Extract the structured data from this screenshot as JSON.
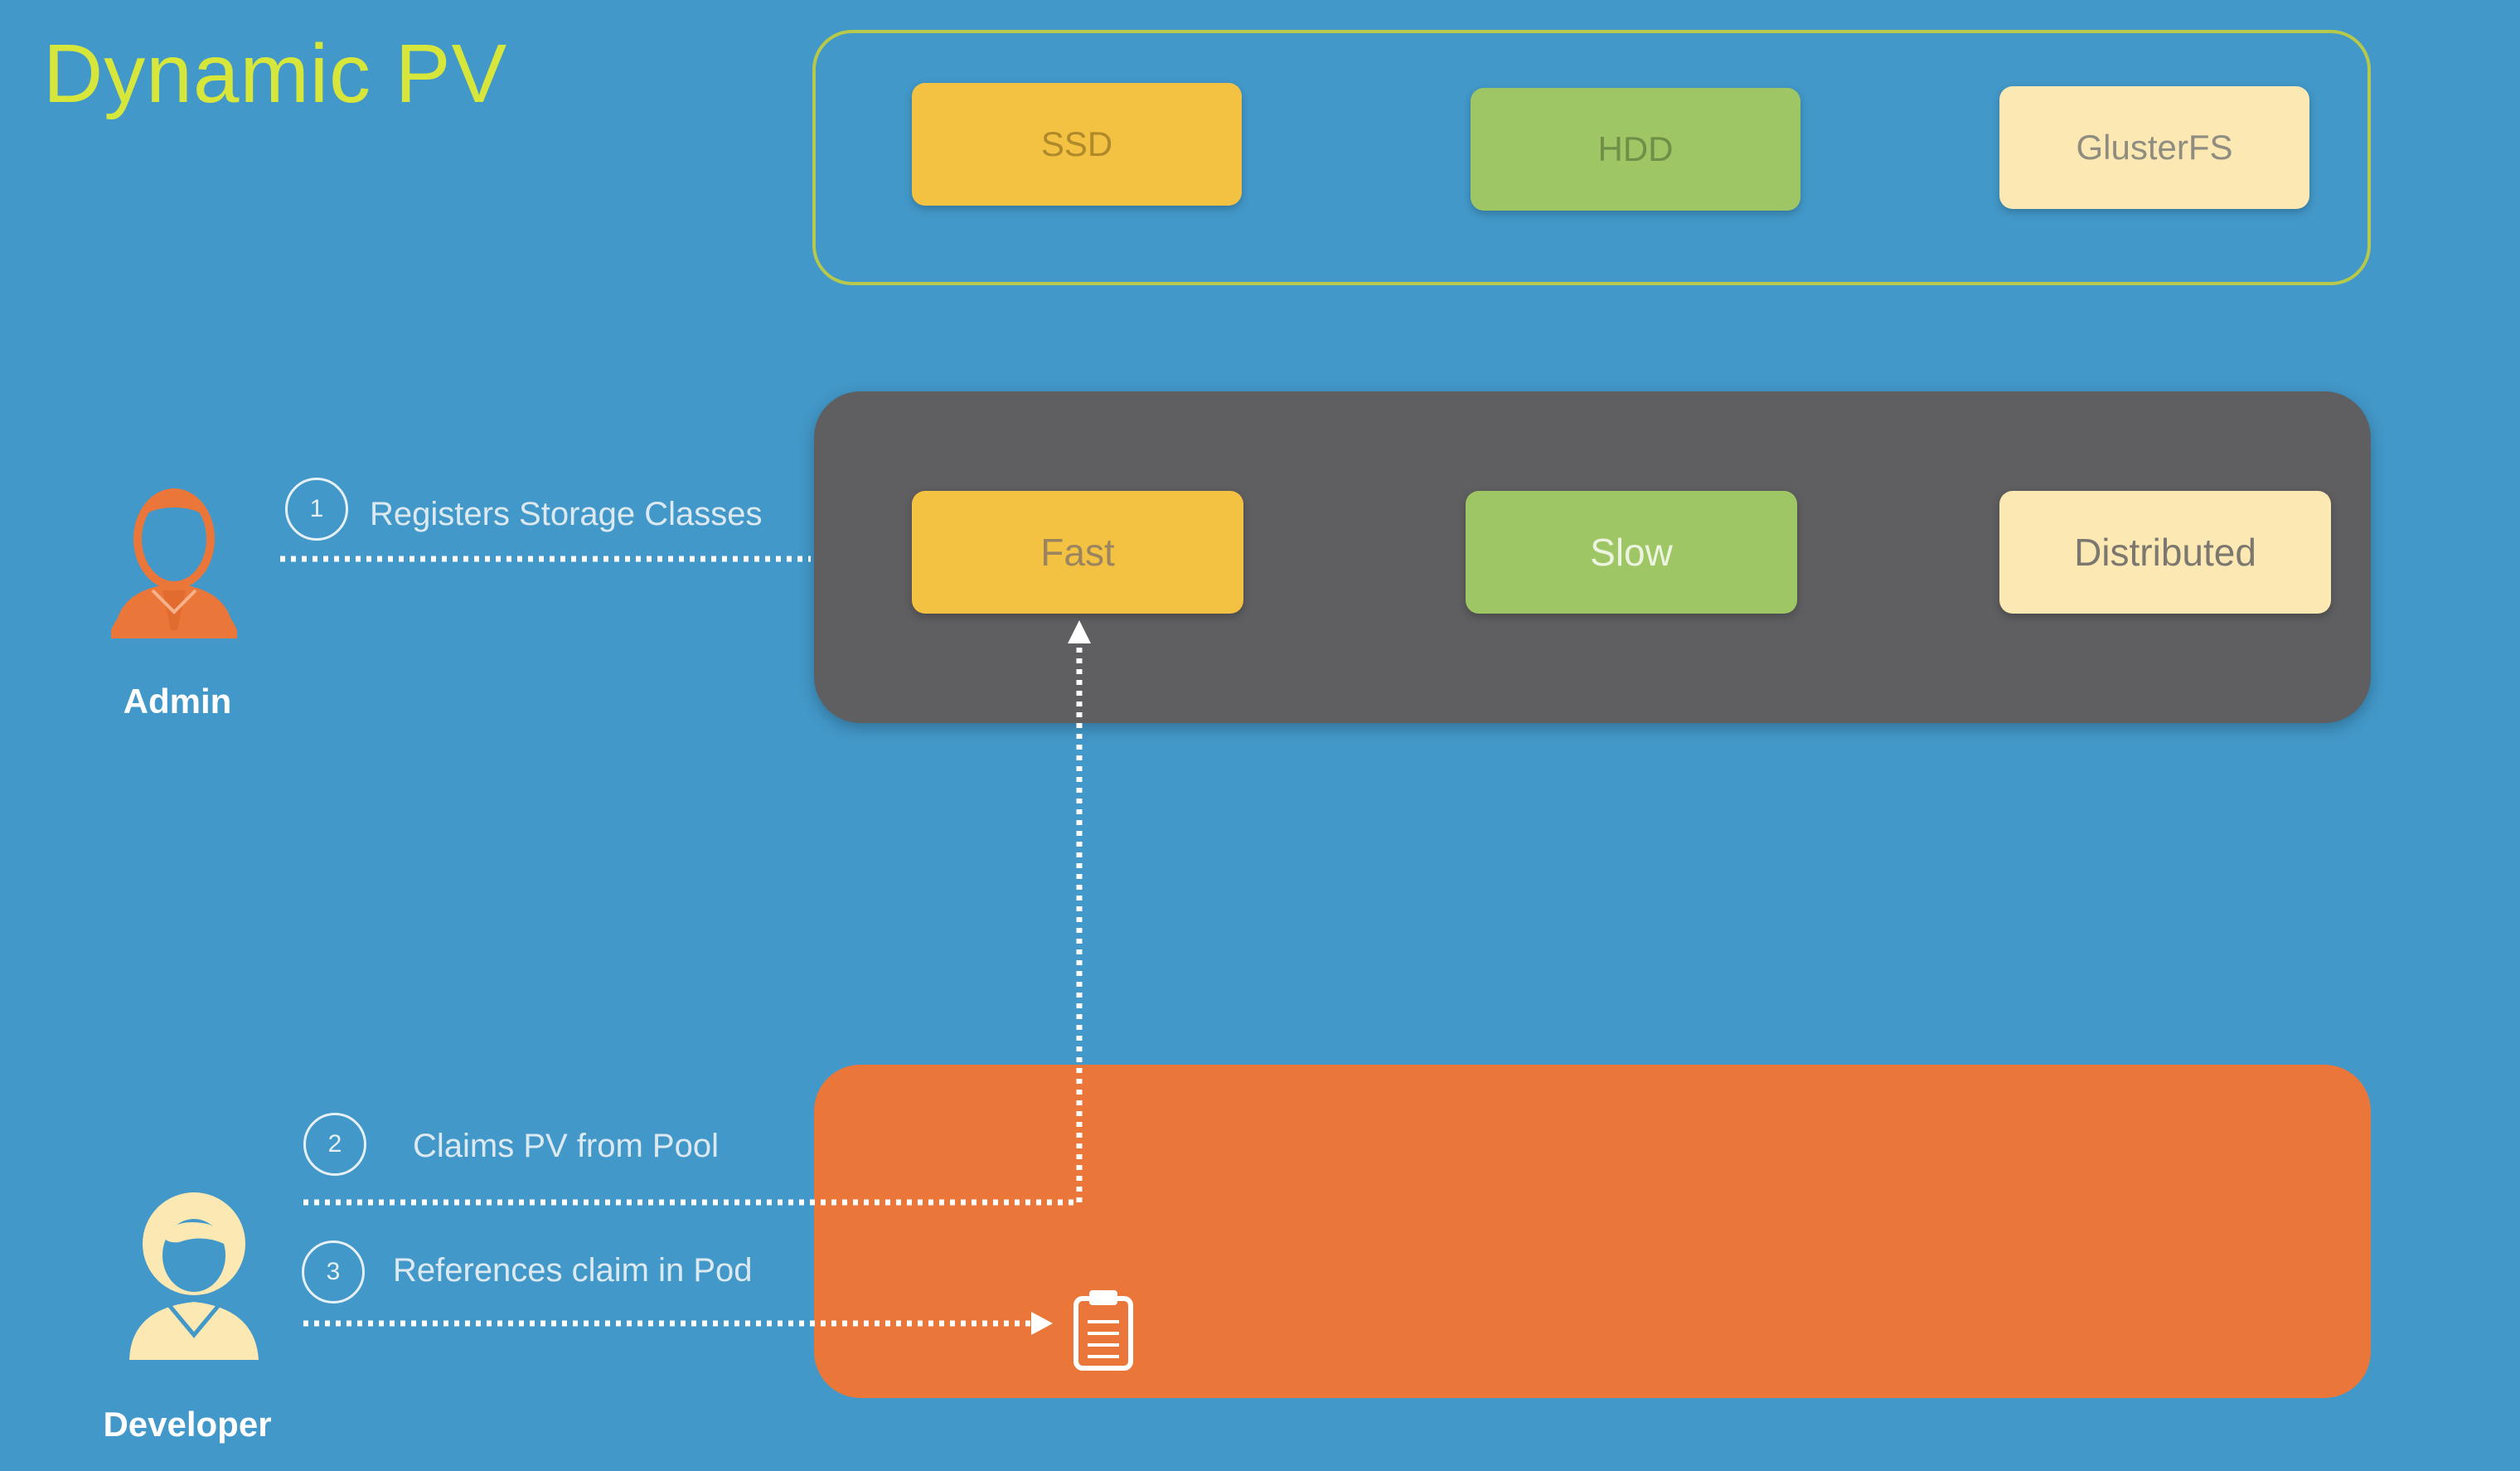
{
  "title": "Dynamic PV",
  "storage_backends": [
    "SSD",
    "HDD",
    "GlusterFS"
  ],
  "storage_classes": [
    "Fast",
    "Slow",
    "Distributed"
  ],
  "actors": {
    "admin": "Admin",
    "developer": "Developer"
  },
  "steps": [
    {
      "number": "1",
      "label": "Registers Storage Classes"
    },
    {
      "number": "2",
      "label": "Claims PV from Pool"
    },
    {
      "number": "3",
      "label": "References claim in Pod"
    }
  ],
  "icons": {
    "admin": "admin-person-icon",
    "developer": "developer-person-icon",
    "pod_spec": "clipboard-icon"
  },
  "colors": {
    "background": "#4298c9",
    "title": "#d7e63a",
    "yellow": "#f4c242",
    "green": "#9fc665",
    "cream": "#fbe8b2",
    "gray_panel": "#5f5e60",
    "orange_panel": "#ea7739",
    "person_orange": "#ea7739",
    "person_cream": "#fbe8b2"
  }
}
